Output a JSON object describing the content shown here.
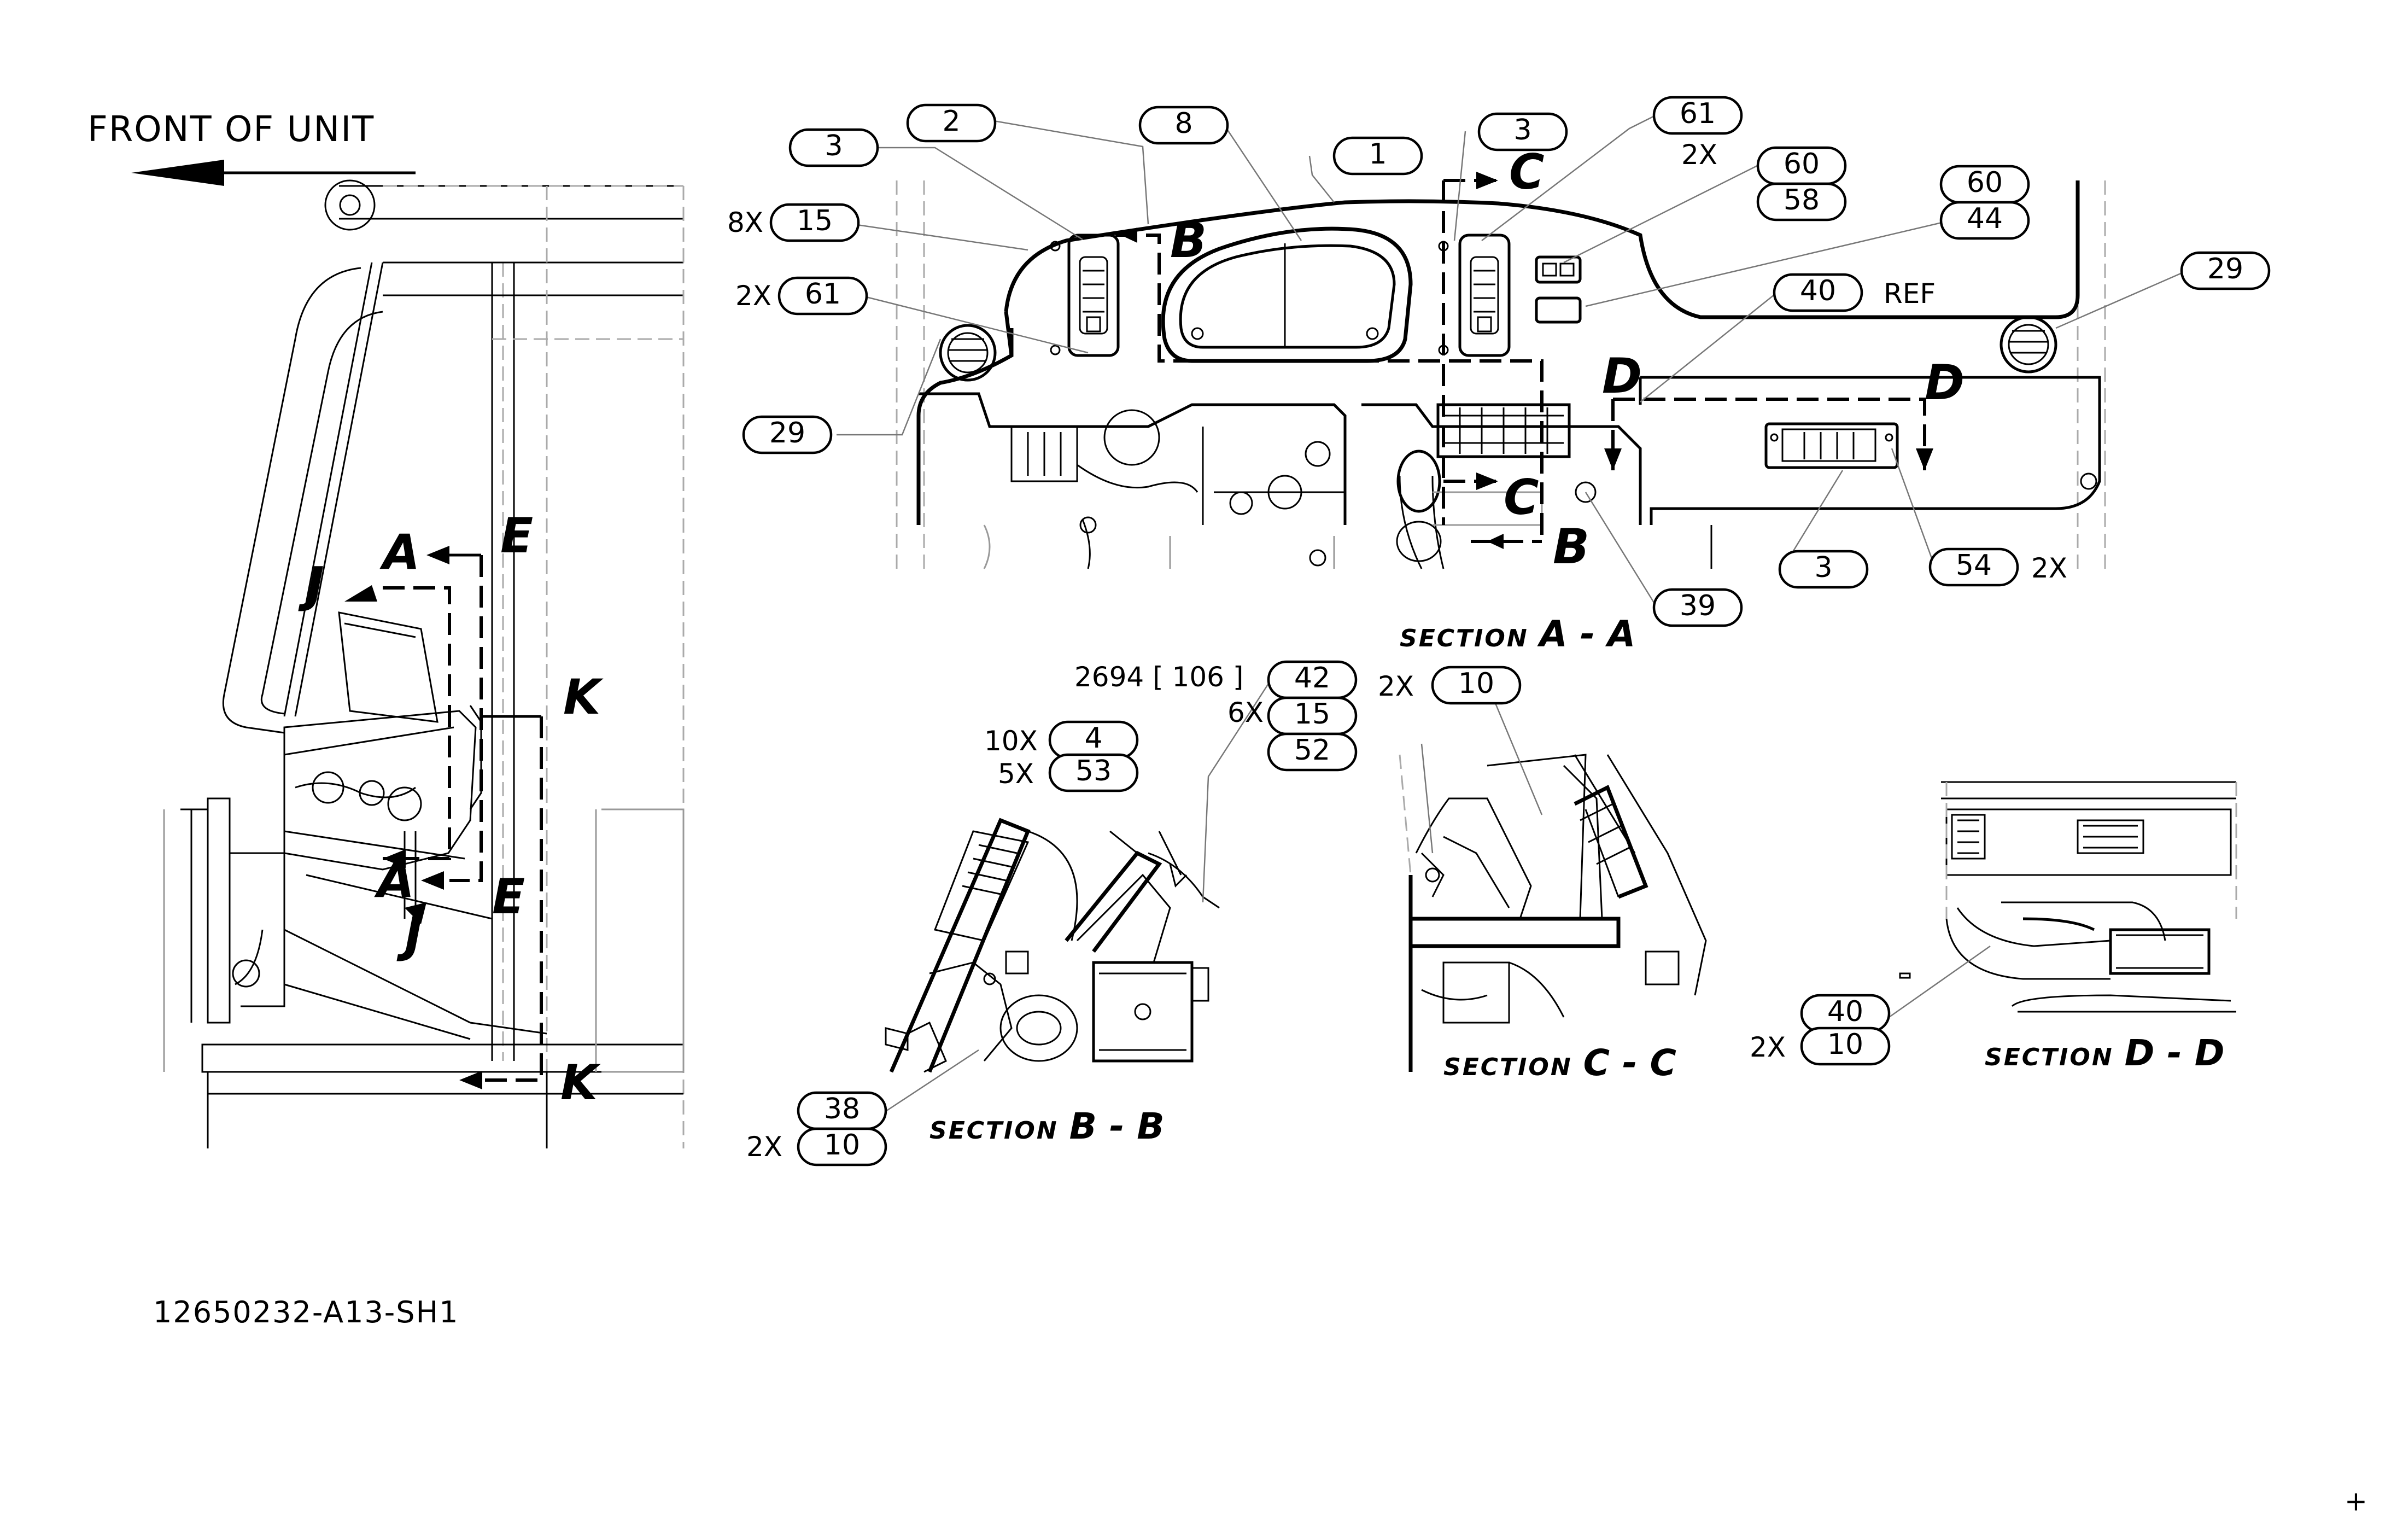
{
  "drawing": {
    "front_label": "FRONT OF UNIT",
    "drawing_number": "12650232-A13-SH1",
    "corner_mark": "+"
  },
  "section_titles": [
    {
      "word": "SECTION",
      "letters": "A - A"
    },
    {
      "word": "SECTION",
      "letters": "B - B"
    },
    {
      "word": "SECTION",
      "letters": "C - C"
    },
    {
      "word": "SECTION",
      "letters": "D - D"
    }
  ],
  "section_markers": [
    "B",
    "C",
    "D",
    "D",
    "C",
    "B",
    "A",
    "E",
    "J",
    "K",
    "A",
    "E",
    "J",
    "K"
  ],
  "callouts": [
    {
      "num": "2"
    },
    {
      "num": "8"
    },
    {
      "num": "3"
    },
    {
      "num": "1"
    },
    {
      "num": "15",
      "qty": "8X"
    },
    {
      "num": "61",
      "qty": "2X"
    },
    {
      "num": "29"
    },
    {
      "num": "3"
    },
    {
      "num": "61",
      "qty": "2X"
    },
    {
      "num": "60"
    },
    {
      "num": "58"
    },
    {
      "num": "60"
    },
    {
      "num": "44"
    },
    {
      "num": "40",
      "qty": "REF"
    },
    {
      "num": "29"
    },
    {
      "num": "3"
    },
    {
      "num": "54",
      "qty": "2X"
    },
    {
      "num": "39"
    },
    {
      "num": "42",
      "qty": "2694 [ 106 ]"
    },
    {
      "num": "15",
      "qty": "6X"
    },
    {
      "num": "52"
    },
    {
      "num": "4",
      "qty": "10X"
    },
    {
      "num": "53",
      "qty": "5X"
    },
    {
      "num": "38"
    },
    {
      "num": "10",
      "qty": "2X"
    },
    {
      "num": "10",
      "qty": "2X"
    },
    {
      "num": "40"
    },
    {
      "num": "10",
      "qty": "2X"
    }
  ]
}
